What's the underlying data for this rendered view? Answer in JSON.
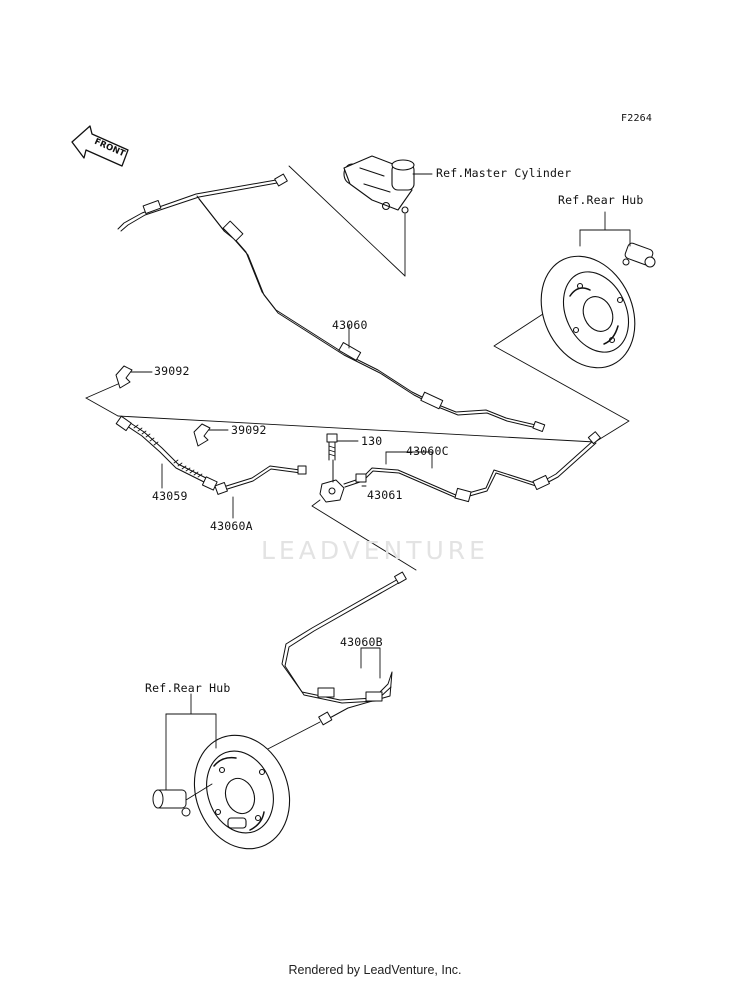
{
  "figure_code": "F2264",
  "front_label": "FRONT",
  "watermark": "LEADVENTURE",
  "footer": "Rendered by LeadVenture, Inc.",
  "callouts": {
    "master_cylinder": "Ref.Master Cylinder",
    "rear_hub_right": "Ref.Rear Hub",
    "rear_hub_left": "Ref.Rear Hub",
    "p43060": "43060",
    "p39092_a": "39092",
    "p39092_b": "39092",
    "p130": "130",
    "p43060C": "43060C",
    "p43059": "43059",
    "p43060A": "43060A",
    "p43061": "43061",
    "p43060B": "43060B"
  }
}
